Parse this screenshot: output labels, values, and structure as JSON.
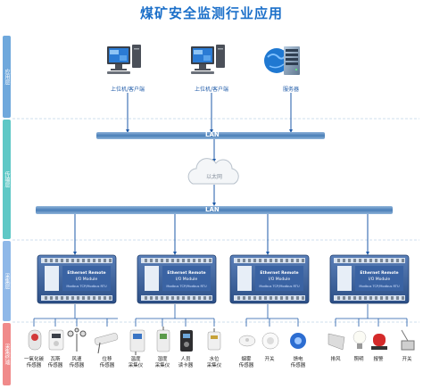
{
  "title": "煤矿安全监测行业应用",
  "layers": {
    "application": "应用层",
    "transport": "传输层",
    "acquisition": "采集层",
    "sensing": "采集终端"
  },
  "app_nodes": {
    "client1": "上位机/客户端",
    "client2": "上位机/客户端",
    "server": "服务器"
  },
  "lan_top": "LAN",
  "lan_bottom": "LAN",
  "internet": "以太网",
  "module_text": {
    "brand": "Ethernet Remote",
    "sub": "I/O Module",
    "protocol": "Modbus TCP/Modbus RTU"
  },
  "sensors": [
    "一氧化碳\n传感器",
    "瓦斯\n传感器",
    "风速\n传感器",
    "位移\n传感器",
    "温度\n采集仪",
    "湿度\n采集仪",
    "人员\n读卡器",
    "水位\n采集仪",
    "烟雾\n传感器",
    "开关",
    "馈电\n传感器",
    "排风",
    "照明",
    "报警",
    "开关"
  ],
  "colors": {
    "title": "#1b6fc9",
    "app_band": "#6fa8dc",
    "transport_band": "#5fc8c6",
    "acq_band": "#8fb8e8",
    "lan_bar": "#4a7fb8",
    "line": "#1e5aa8"
  }
}
